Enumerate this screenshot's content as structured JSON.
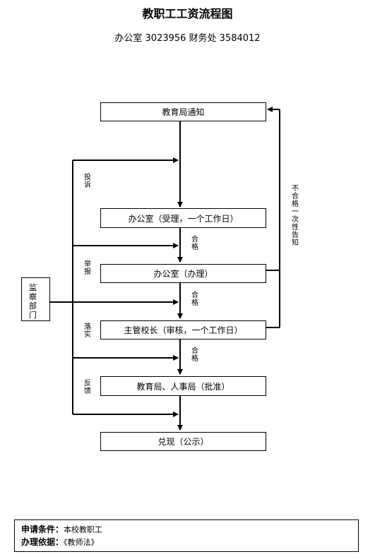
{
  "header": {
    "title": "教职工工资流程图",
    "subtitle": "办公室  3023956 财务处 3584012"
  },
  "boxes": {
    "notice": "教育局通知",
    "office_accept": "办公室（受理，一个工作日）",
    "office_handle": "办公室（办理）",
    "principal_review": "主管校长（审核，一个工作日）",
    "approve": "教育局、人事局（批准）",
    "payout": "兑现（公示）"
  },
  "side": {
    "supervision": "监察部门"
  },
  "labels": {
    "complaint": "投诉",
    "report": "举报",
    "implement": "落实",
    "feedback": "反馈",
    "pass_1": "合格",
    "pass_2": "合格",
    "pass_3": "合格",
    "reject_notice": "不合格一次性告知"
  },
  "info": {
    "conditions_label": "申请条件：",
    "conditions_value": "本校教职工",
    "basis_label": "办理依据：",
    "basis_value": "《教师法》"
  }
}
